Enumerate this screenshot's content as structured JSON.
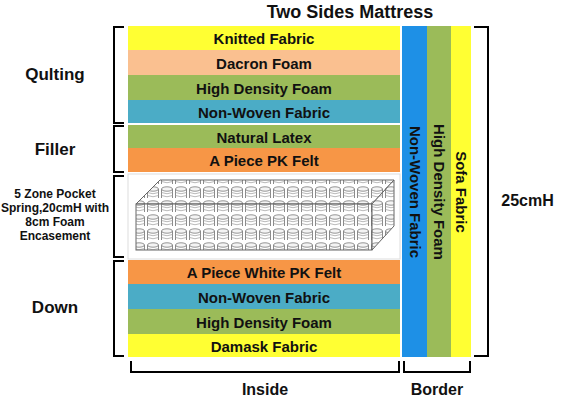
{
  "diagram": {
    "title": "Two Sides Mattress",
    "nodes": [
      {
        "text": [
          "Knitted Fabric"
        ]
      },
      {
        "text": [
          "Dacron Foam"
        ]
      },
      {
        "text": [
          "High Density Foam"
        ]
      },
      {
        "text": [
          "Non-Woven Fabric"
        ]
      },
      {
        "text": [
          "Natural Latex"
        ]
      },
      {
        "text": [
          "A Piece PK Felt"
        ]
      },
      {
        "text": [
          "A Piece White PK Felt"
        ]
      },
      {
        "text": [
          "Non-Woven Fabric"
        ]
      },
      {
        "text": [
          "High Density Foam"
        ]
      },
      {
        "text": [
          "Damask Fabric"
        ]
      },
      {
        "text": [
          "Non-Woven Fabric"
        ]
      },
      {
        "text": [
          "High Density Foam"
        ]
      },
      {
        "text": [
          "Sofa Fabric"
        ]
      }
    ],
    "labels": [
      "Qulting",
      "Filler",
      "5 Zone Pocket Spring,20cmH with 8cm Foam Encasement",
      "Down",
      "25cmH",
      "Inside",
      "Border"
    ]
  }
}
